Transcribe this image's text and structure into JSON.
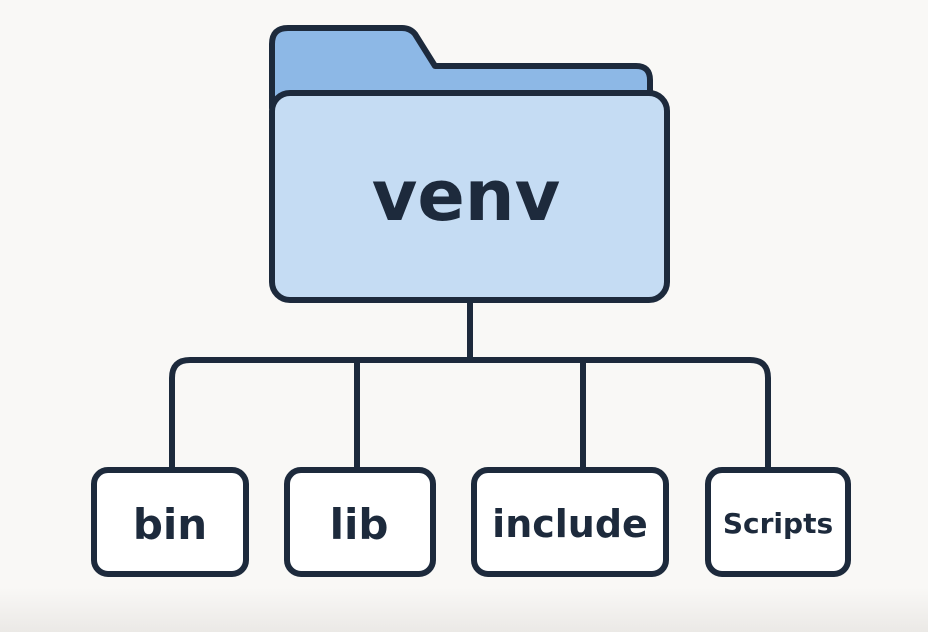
{
  "root": {
    "label": "venv",
    "icon": "folder-icon",
    "color_back": "#8db8e6",
    "color_front": "#c5dcf3",
    "stroke": "#1d2a3c"
  },
  "children": [
    {
      "label": "bin"
    },
    {
      "label": "lib"
    },
    {
      "label": "include"
    },
    {
      "label": "Scripts"
    }
  ]
}
